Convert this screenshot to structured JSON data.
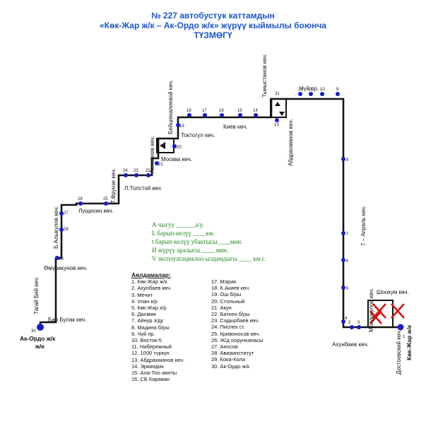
{
  "title": {
    "line1": "№ 227  автобустук каттамдын",
    "line2": "«Көк-Жар ж/к – Ак-Ордо ж/к» жүрүү кыймылы боюнча",
    "line3": "ТҮЗМӨГҮ"
  },
  "streets": {
    "chuy_top": "Чүй пр.",
    "tynystanov": "Тыныстанов көч.",
    "kiev": "Киев көч.",
    "beishenalieva": "Бейшеналиевой көч.",
    "toktogul": "Токтогул көч.",
    "moskva": "Москва көч.",
    "abdrakhmanov": "Абдрахманов көч.",
    "aknaliev": "Ахналиев көч.",
    "frunze": "Т.Фрунзе көч.",
    "tolstoy": "Л.Толстой көч.",
    "lushikhin": "Лущихин көч.",
    "alykulov": "Б.Алыкулов көч.",
    "omurakunov": "Өмүракунов көч.",
    "tagai": "Тагай Бий көч.",
    "bar_bulak": "Бар Булак көч.",
    "ak_ordo": "Ак-Ордо ж/к",
    "april7": "7 – Апрель көч.",
    "shookum": "Шоокум көч.",
    "molodokulov": "Молдокулов көч.",
    "akhunbaev": "Ахунбаев көч.",
    "dostoevskiy": "Достоевский көч.",
    "kok_jar": "Көк-Жар ж/к"
  },
  "info_lines": [
    "А чыгуу ______а/у.",
    "L барып-келүү ____км.",
    "t барып-келүү убактысы____мин.",
    "И жүрүү аралыгы ____ мин.",
    "V эксплуатациялоо ылдамдыгы ____ км.с."
  ],
  "legend": {
    "title": "Аялдамалар:",
    "col1": [
      "1. Көк-Жар ж/к",
      "2. Ахунбаев көч.",
      "3. Мечит",
      "4. Улан к/р",
      "5. Көк-Жар к/р",
      "6. Дасмия",
      "7. Айнур з/ду",
      "8. Мадина б/ры",
      "9. Чүй пр.",
      "10. Восток-5",
      "11. Набережный",
      "12. 1000 түркүн",
      "13. Абдрахманов көч.",
      "14. Эркиндик",
      "15. Ала-Тоо аянты",
      "16. СБ Караван"
    ],
    "col2": [
      "17. Мэрия",
      "18. К.Акиев көч.",
      "19. Ош б/ры",
      "20. Стольный",
      "21. Акун",
      "22. Баткен б/ры",
      "23. Садырбаев көч.",
      "24. Писпек ст.",
      "25. Кривоносов көч.",
      "26. Ж/д оорунканасы",
      "27. Аносов",
      "28. Авиаинститут",
      "29. Кока-Кола",
      "30. Ак-Ордо ж/к"
    ]
  },
  "colors": {
    "route": "#111111",
    "stop": "#1a1acc",
    "title": "#1a56c8",
    "info": "#1a8a1a",
    "cross": "#dd1111"
  }
}
